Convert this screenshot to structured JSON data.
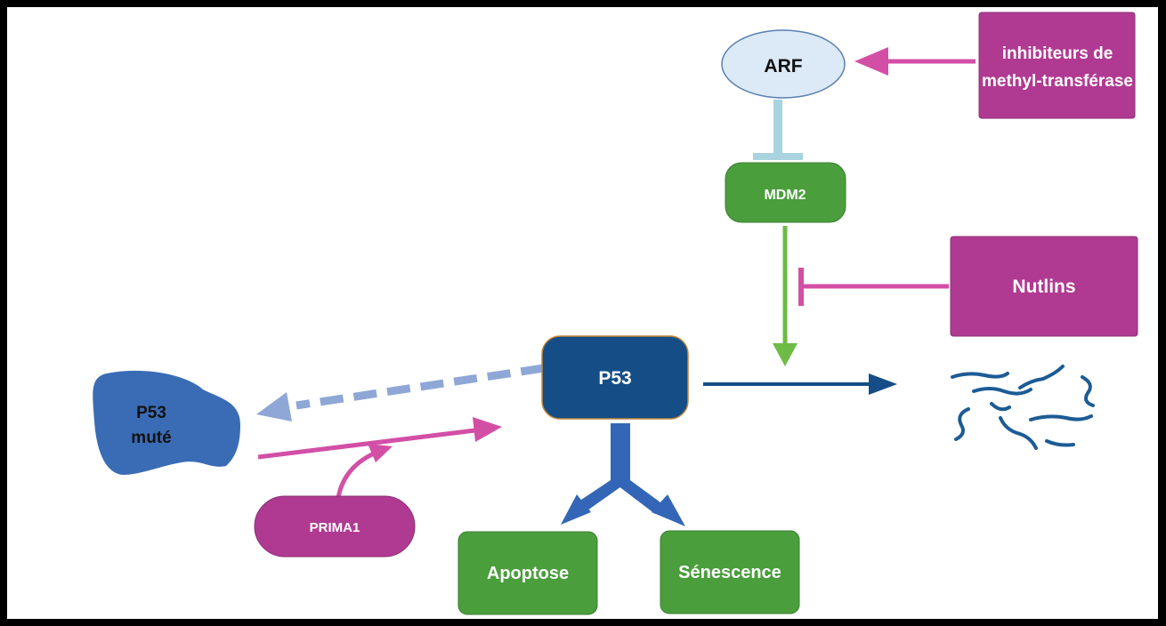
{
  "nodes": {
    "arf": "ARF",
    "methyl_inhibitors": [
      "inhibiteurs de",
      "methyl-transférase"
    ],
    "mdm2": "MDM2",
    "nutlins": "Nutlins",
    "p53": "P53",
    "p53_mutant": [
      "P53",
      "muté"
    ],
    "prima1": "PRIMA1",
    "apoptose": "Apoptose",
    "senescence": "Sénescence"
  },
  "colors": {
    "magenta": "#b03a92",
    "magenta_arrow": "#d34fa6",
    "green": "#4a9e3c",
    "green_arrow": "#6cbc45",
    "p53_blue": "#154e86",
    "mutant_blue": "#3a6cb5",
    "arf_fill": "#dce9f7",
    "inhibit_light_blue": "#a9d3df",
    "dashed_blue": "#8ea7d6",
    "fragment_blue": "#1c5b95"
  }
}
